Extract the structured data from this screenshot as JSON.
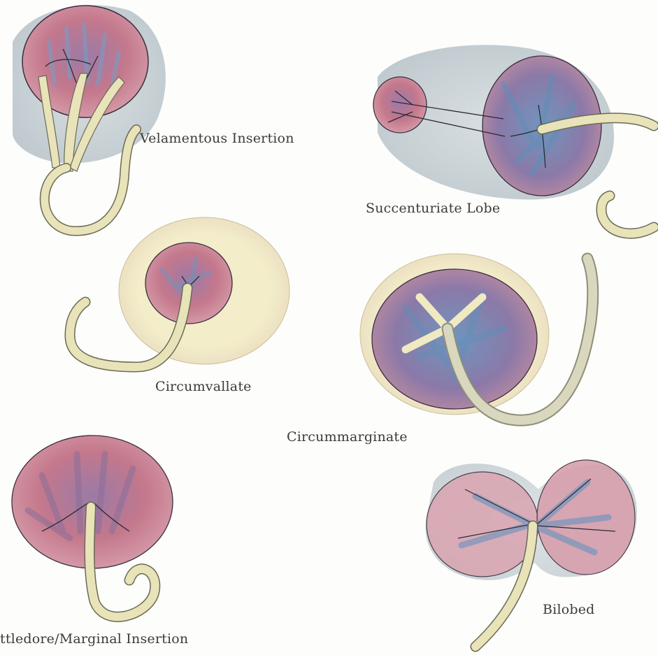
{
  "labels": {
    "velamentous": "Velamentous Insertion",
    "succenturiate": "Succenturiate Lobe",
    "circumvallate": "Circumvallate",
    "circummarginate": "Circummarginate",
    "battledore": "ttledore/Marginal Insertion",
    "bilobed": "Bilobed"
  },
  "colors": {
    "membrane": "#b9c3c8",
    "placenta_pink": "#c77a8c",
    "placenta_purple": "#8a6f9a",
    "vessel_blue": "#5f8fb8",
    "cord": "#e8e3b8",
    "cord_outline": "#6b6a55",
    "rim": "#f0e9c2",
    "ink": "#2b2b35"
  }
}
